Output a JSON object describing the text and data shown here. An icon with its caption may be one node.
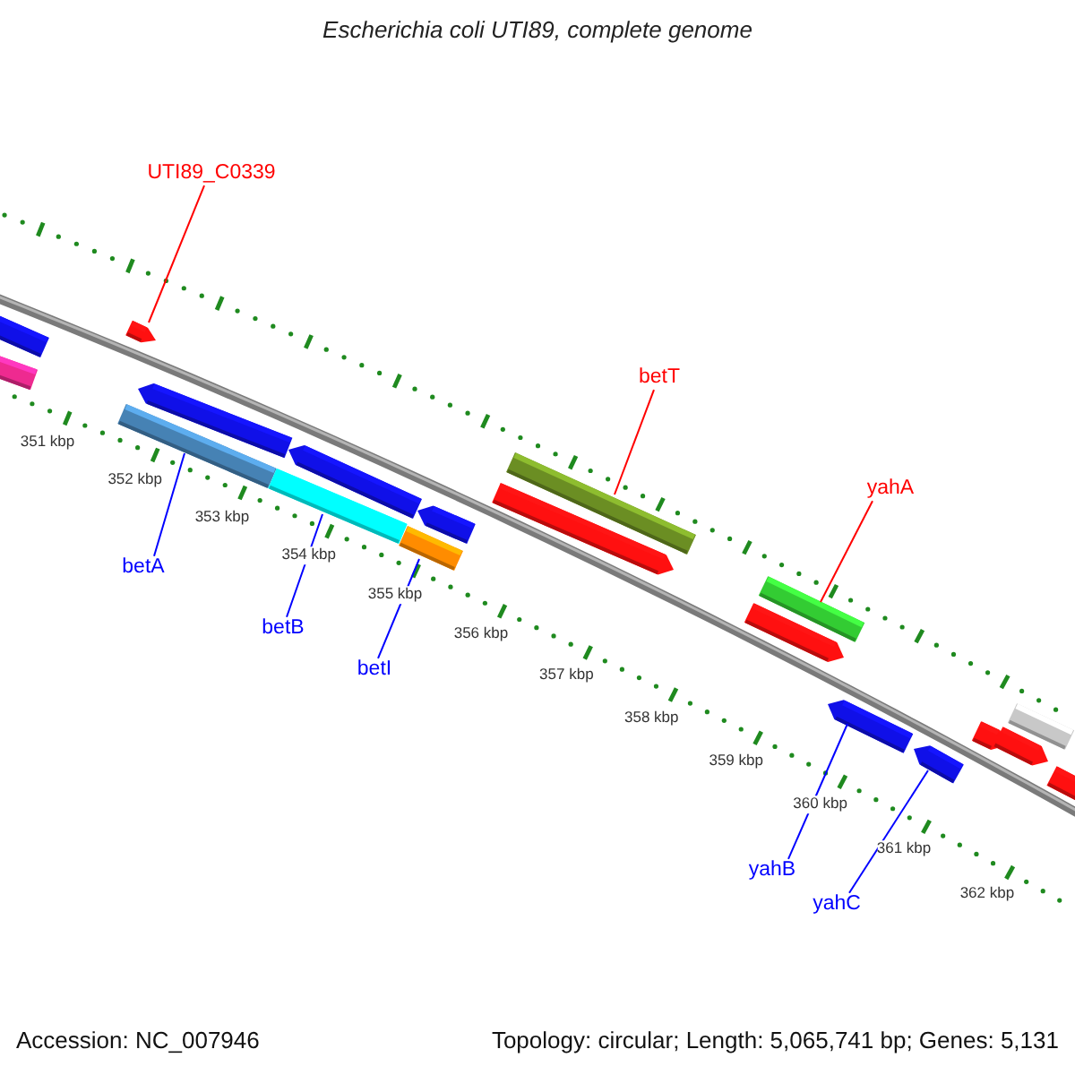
{
  "diagram": {
    "title": "Escherichia coli UTI89, complete genome",
    "nodes": [
      {
        "text": [
          "UTI89_C0339"
        ]
      },
      {
        "text": [],
        "shape": "arrow"
      },
      {
        "text": [
          "betA"
        ]
      },
      {
        "text": [],
        "shape": "bar"
      },
      {
        "text": [
          "betB"
        ]
      },
      {
        "text": [],
        "shape": "bar"
      },
      {
        "text": [
          "betI"
        ]
      },
      {
        "text": [],
        "shape": "bar"
      },
      {
        "text": [
          "betT"
        ]
      },
      {
        "text": [],
        "shape": "bar"
      },
      {
        "text": [
          "yahA"
        ]
      },
      {
        "text": [],
        "shape": "bar"
      },
      {
        "text": [
          "yahB"
        ]
      },
      {
        "text": [],
        "shape": "arrow"
      },
      {
        "text": [
          "yahC"
        ]
      },
      {
        "text": [],
        "shape": "arrow"
      },
      {
        "text": [],
        "shape": "arrow"
      },
      {
        "text": [],
        "shape": "bar"
      },
      {
        "text": [],
        "shape": "arrow"
      },
      {
        "text": [],
        "shape": "arrow"
      },
      {
        "text": [],
        "shape": "arrow"
      },
      {
        "text": [],
        "shape": "arrow"
      },
      {
        "text": [],
        "shape": "arrow"
      },
      {
        "text": [],
        "shape": "arrow"
      },
      {
        "text": [],
        "shape": "arrow"
      },
      {
        "text": [],
        "shape": "bar"
      },
      {
        "text": [],
        "shape": "arrow"
      }
    ],
    "edges": [
      {
        "from": 0,
        "to": 1,
        "arrow": "none",
        "color": "#ff0000"
      },
      {
        "from": 2,
        "to": 3,
        "arrow": "none"
      },
      {
        "from": 4,
        "to": 5,
        "arrow": "none"
      },
      {
        "from": 6,
        "to": 7,
        "arrow": "none"
      },
      {
        "from": 8,
        "to": 9,
        "arrow": "none",
        "color": "#ff0000"
      },
      {
        "from": 10,
        "to": 11,
        "arrow": "none",
        "color": "#ff0000"
      },
      {
        "from": 12,
        "to": 13,
        "arrow": "none"
      },
      {
        "from": 14,
        "to": 15,
        "arrow": "none"
      }
    ],
    "labels": [
      "351 kbp",
      "352 kbp",
      "353 kbp",
      "354 kbp",
      "355 kbp",
      "356 kbp",
      "357 kbp",
      "358 kbp",
      "359 kbp",
      "360 kbp",
      "361 kbp",
      "362 kbp",
      "Accession: NC_007946",
      "Topology: circular; Length: 5,065,741 bp; Genes: 5,131"
    ]
  }
}
